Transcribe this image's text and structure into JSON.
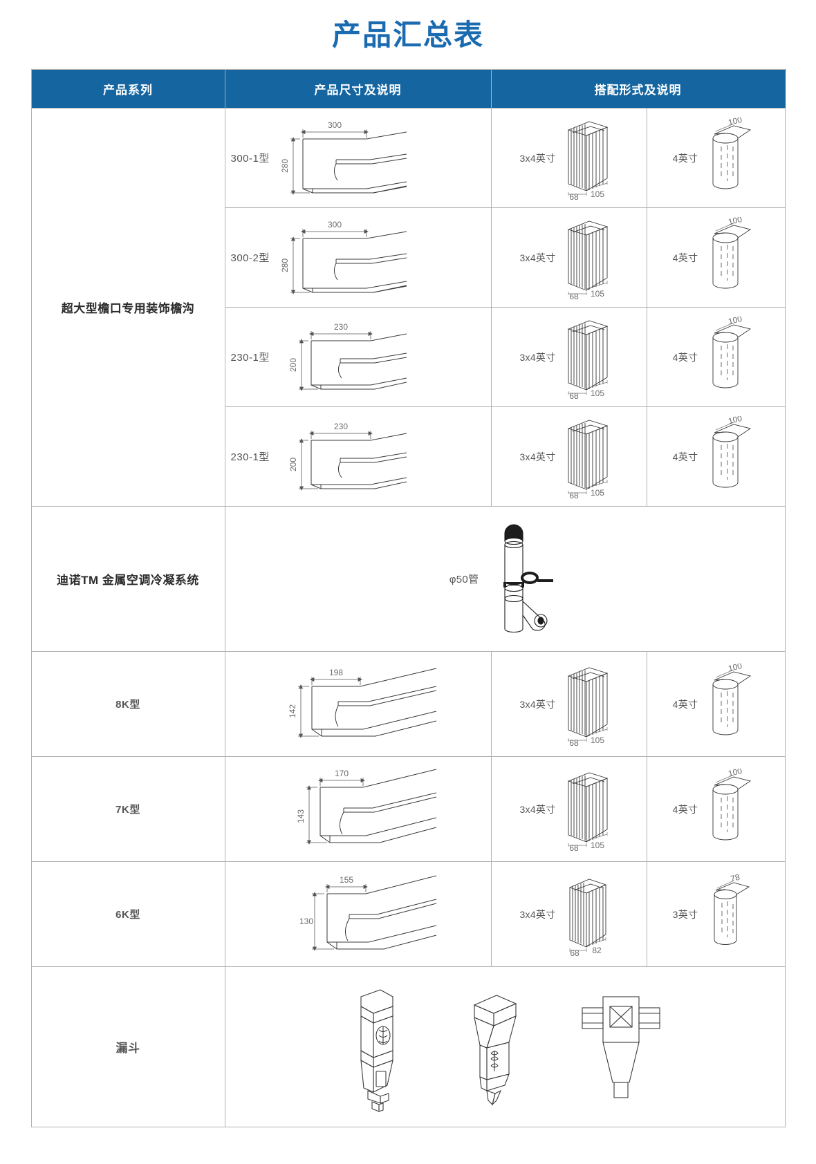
{
  "title": "产品汇总表",
  "header": {
    "columns": [
      "产品系列",
      "产品尺寸及说明",
      "搭配形式及说明"
    ]
  },
  "groups": [
    {
      "series_label": "超大型檐口专用装饰檐沟",
      "rows": [
        {
          "model": "300-1型",
          "gutter": {
            "width": "300",
            "height": "280"
          },
          "match_a": {
            "spec": "3x4英寸",
            "dim_left": "68",
            "dim_right": "105"
          },
          "match_b": {
            "spec": "4英寸",
            "dim_top": "100"
          }
        },
        {
          "model": "300-2型",
          "gutter": {
            "width": "300",
            "height": "280"
          },
          "match_a": {
            "spec": "3x4英寸",
            "dim_left": "68",
            "dim_right": "105"
          },
          "match_b": {
            "spec": "4英寸",
            "dim_top": "100"
          }
        },
        {
          "model": "230-1型",
          "gutter": {
            "width": "230",
            "height": "200"
          },
          "match_a": {
            "spec": "3x4英寸",
            "dim_left": "68",
            "dim_right": "105"
          },
          "match_b": {
            "spec": "4英寸",
            "dim_top": "100"
          }
        },
        {
          "model": "230-1型",
          "gutter": {
            "width": "230",
            "height": "200"
          },
          "match_a": {
            "spec": "3x4英寸",
            "dim_left": "68",
            "dim_right": "105"
          },
          "match_b": {
            "spec": "4英寸",
            "dim_top": "100"
          }
        }
      ]
    },
    {
      "series_label": "迪诺TM 金属空调冷凝系统",
      "rows": [
        {
          "model": "",
          "pipe_label": "φ50管"
        }
      ]
    },
    {
      "series_label": "",
      "rows": [
        {
          "model": "8K型",
          "gutter": {
            "width": "198",
            "height": "142"
          },
          "match_a": {
            "spec": "3x4英寸",
            "dim_left": "68",
            "dim_right": "105"
          },
          "match_b": {
            "spec": "4英寸",
            "dim_top": "100"
          }
        },
        {
          "model": "7K型",
          "gutter": {
            "width": "170",
            "height": "143"
          },
          "match_a": {
            "spec": "3x4英寸",
            "dim_left": "68",
            "dim_right": "105"
          },
          "match_b": {
            "spec": "4英寸",
            "dim_top": "100"
          }
        },
        {
          "model": "6K型",
          "gutter": {
            "width": "155",
            "height": "130"
          },
          "match_a": {
            "spec": "3x4英寸",
            "dim_left": "68",
            "dim_right": "82"
          },
          "match_b": {
            "spec": "3英寸",
            "dim_top": "78"
          }
        },
        {
          "model": "漏斗",
          "funnels": [
            "funnel-round-vent",
            "funnel-square-top",
            "funnel-box-inline"
          ]
        }
      ]
    }
  ],
  "colors": {
    "header_bg": "#1565a0",
    "title": "#1a6bb0",
    "border": "#aeb1b4",
    "text": "#2b2b2b",
    "dim_text": "#6b6b6b"
  }
}
